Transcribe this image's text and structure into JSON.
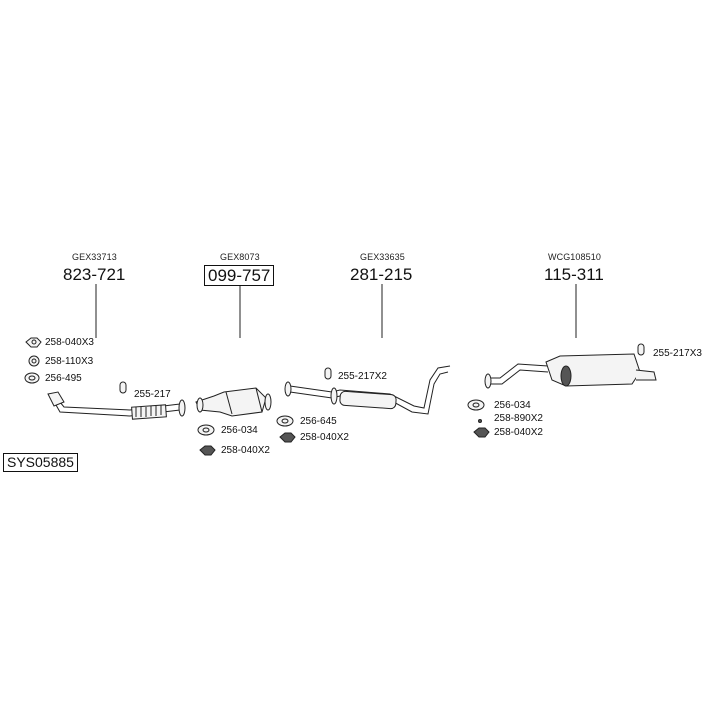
{
  "diagram_id": "SYS05885",
  "assemblies": [
    {
      "oe": "GEX33713",
      "part": "823-721",
      "boxed": false
    },
    {
      "oe": "GEX8073",
      "part": "099-757",
      "boxed": true
    },
    {
      "oe": "GEX33635",
      "part": "281-215",
      "boxed": false
    },
    {
      "oe": "WCG108510",
      "part": "115-311",
      "boxed": false
    }
  ],
  "fittings": {
    "f1": "258-040X3",
    "f2": "258-110X3",
    "f3": "256-495",
    "f4": "255-217",
    "f5": "256-034",
    "f6": "258-040X2",
    "f7": "255-217X2",
    "f8": "256-645",
    "f9": "258-040X2",
    "f10": "256-034",
    "f11": "258-890X2",
    "f12": "258-040X2",
    "f13": "255-217X3"
  }
}
